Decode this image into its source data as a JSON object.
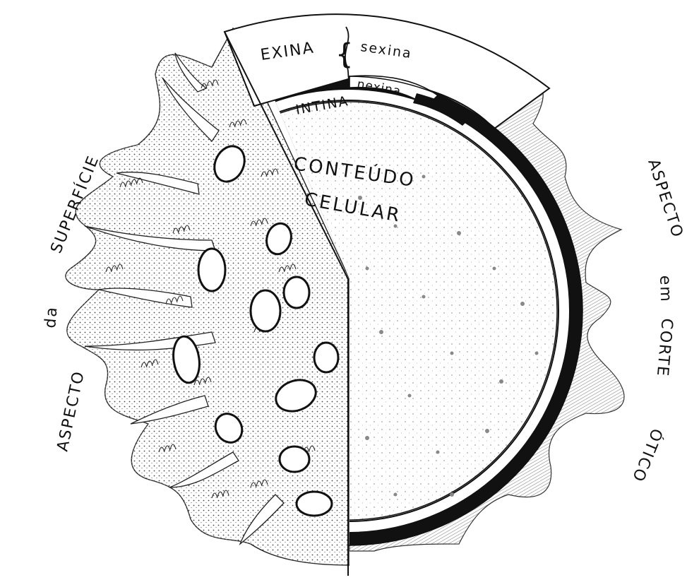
{
  "labels": {
    "exina": "EXINA",
    "sexina": "sexina",
    "nexina": "nexina",
    "intina": "INTINA",
    "conteudo": "CONTEÚDO",
    "celular": "CELULAR",
    "left_aspecto": "ASPECTO",
    "left_da": "da",
    "left_superficie": "SUPERFÍCIE",
    "right_aspecto": "ASPECTO",
    "right_em": "em",
    "right_corte": "CORTE",
    "right_otico": "ÓTICO"
  },
  "colors": {
    "ink": "#111111",
    "paper": "#ffffff",
    "stipple": "#8a8a8a"
  }
}
